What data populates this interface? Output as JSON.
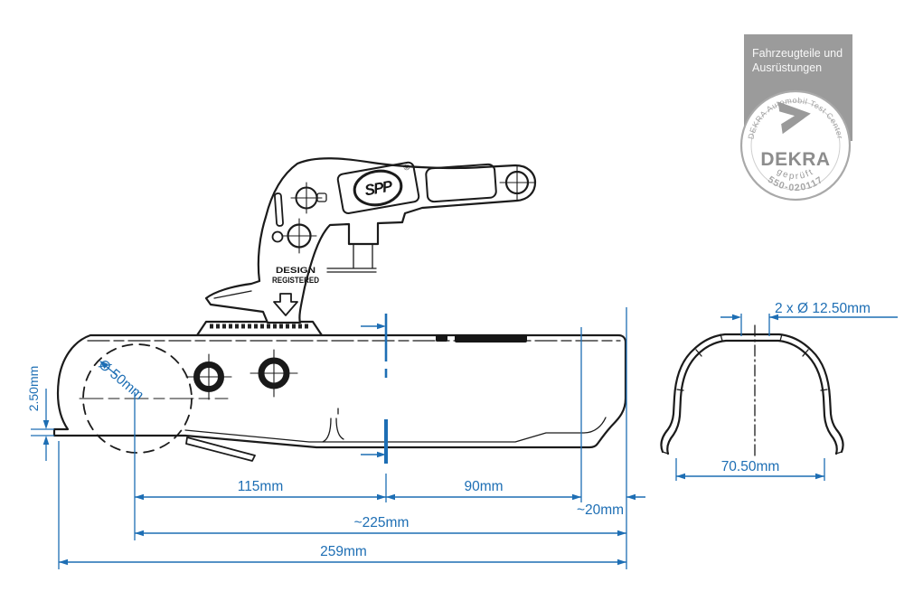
{
  "colors": {
    "line_black": "#1b1b1b",
    "dimension_blue": "#1d6eb4",
    "badge_gray": "#9b9b9b"
  },
  "badge": {
    "header_line1": "Fahrzeugteile und",
    "header_line2": "Ausrüstungen",
    "ring_text": "DEKRA Automobil Test Center",
    "brand": "DEKRA",
    "seal_word": "geprüft",
    "cert_number": "550-020117"
  },
  "side_view": {
    "logo": "SPP",
    "registered": "®",
    "stamp_line1": "DESIGN",
    "stamp_line2": "REGISTERED"
  },
  "dimensions": {
    "ball_socket_diameter": "Ø 50mm",
    "lip_thickness": "2.50mm",
    "front_to_axis": "115mm",
    "axis_to_rear": "90mm",
    "rear_overhang": "~20mm",
    "body_length": "~225mm",
    "overall_length": "259mm",
    "mounting_holes": "2 x Ø 12.50mm",
    "channel_inner_width": "70.50mm"
  }
}
